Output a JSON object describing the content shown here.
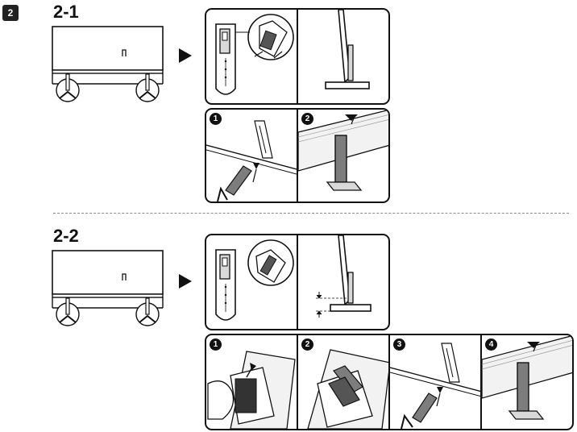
{
  "page": {
    "step_badge": "2"
  },
  "sections": [
    {
      "title": "2-1",
      "steps": [
        "1",
        "2"
      ]
    },
    {
      "title": "2-2",
      "steps": [
        "1",
        "2",
        "3",
        "4"
      ]
    }
  ],
  "colors": {
    "line": "#111111",
    "stand_fill": "#7d7d7d",
    "light_fill": "#d9d9d9",
    "divider": "#8a8a8a"
  }
}
